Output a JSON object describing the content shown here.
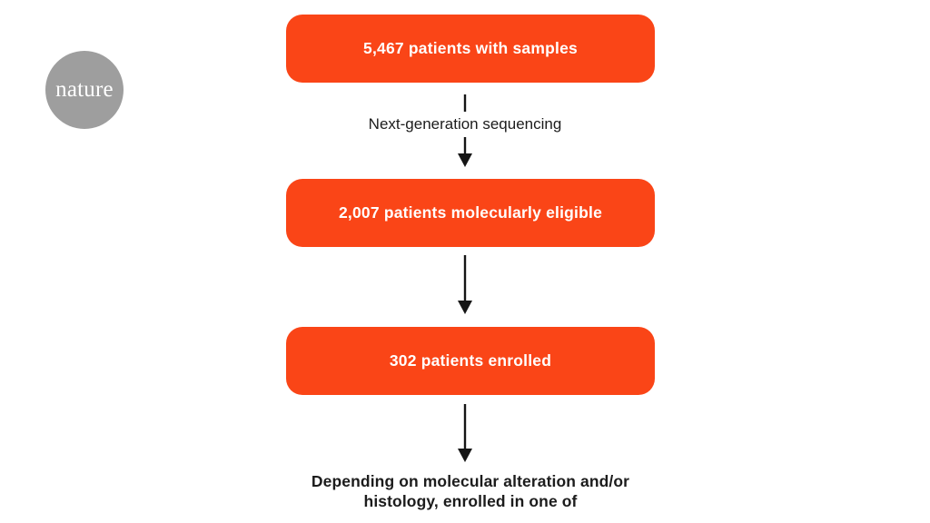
{
  "colors": {
    "accent_orange": "#fa4517",
    "logo_gray": "#9e9e9e",
    "text_dark": "#1c1c1c",
    "arrow_black": "#151515",
    "background": "#ffffff"
  },
  "logo": {
    "text": "nature"
  },
  "flow": {
    "boxes": [
      {
        "label": "5,467 patients with samples"
      },
      {
        "label": "2,007 patients molecularly eligible"
      },
      {
        "label": "302 patients enrolled"
      }
    ],
    "connectors": [
      {
        "label": "Next-generation sequencing"
      },
      {
        "label": ""
      },
      {
        "label": ""
      }
    ],
    "caption": "Depending on molecular alteration and/or histology, enrolled in one of"
  }
}
